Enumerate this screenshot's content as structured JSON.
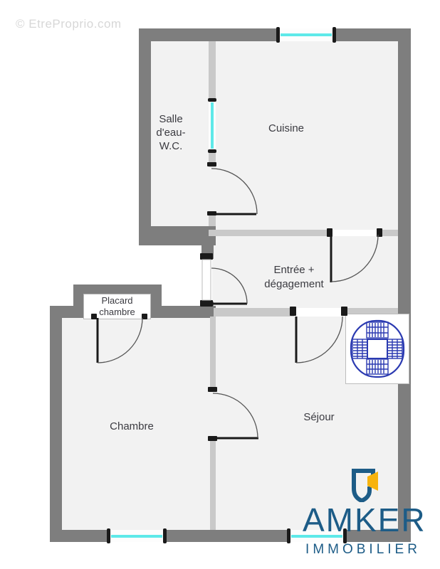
{
  "watermark": "© EtreProprio.com",
  "floorplan": {
    "rooms": [
      {
        "id": "salle-eau",
        "label": "Salle\nd'eau-\nW.C."
      },
      {
        "id": "cuisine",
        "label": "Cuisine"
      },
      {
        "id": "entree",
        "label": "Entrée +\ndégagement"
      },
      {
        "id": "placard",
        "label": "Placard\nchambre"
      },
      {
        "id": "chambre",
        "label": "Chambre"
      },
      {
        "id": "sejour",
        "label": "Séjour"
      }
    ]
  },
  "logo": {
    "brand": "AMKER",
    "tagline": "IMMOBILIER"
  },
  "colors": {
    "wall": "#7e7e7e",
    "partition": "#c9c9c9",
    "floor": "#f2f2f2",
    "window_glass": "#5ee9e9",
    "door": "#1a1a1a",
    "stair_blue": "#2b3ab1",
    "brand_blue": "#1d5c87",
    "brand_yellow": "#f7b30e",
    "label_text": "#3b3b41",
    "watermark": "#d7d7d7"
  }
}
